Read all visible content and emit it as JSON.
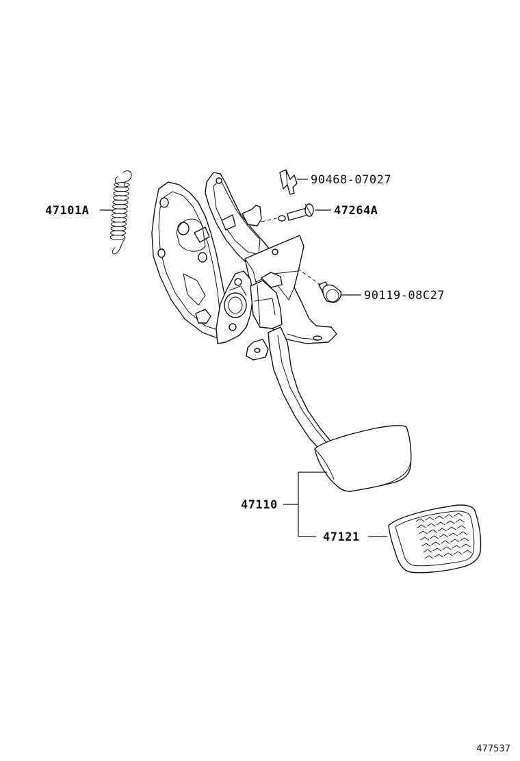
{
  "parts": {
    "p90468": "90468-07027",
    "p47101A": "47101A",
    "p47264A": "47264A",
    "p90119": "90119-08C27",
    "p47110": "47110",
    "p47121": "47121"
  },
  "catalog_id": "477537",
  "colors": {
    "line": "#111111",
    "background": "#ffffff"
  }
}
